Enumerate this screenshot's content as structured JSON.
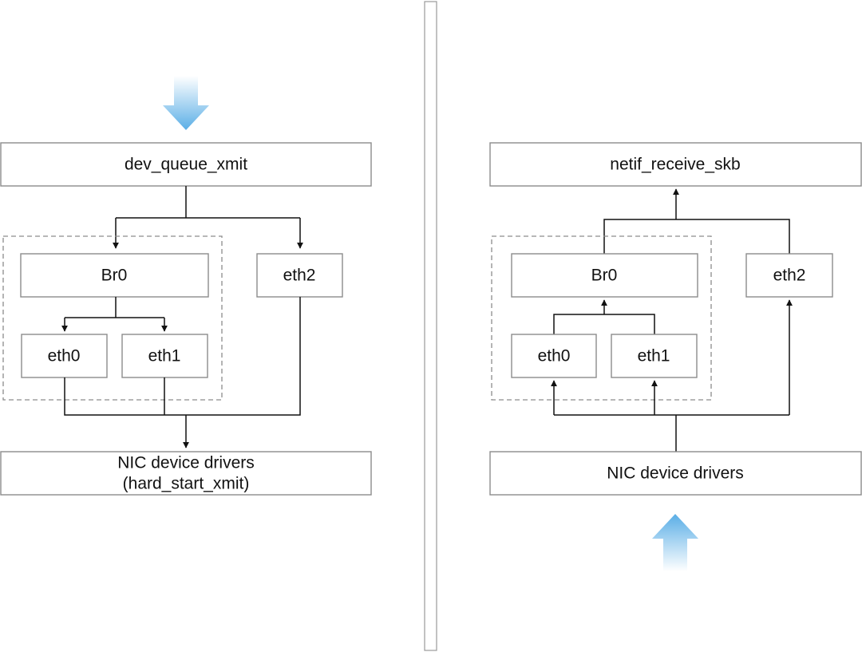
{
  "left_panel": {
    "top_box": "dev_queue_xmit",
    "bridge": "Br0",
    "eth0": "eth0",
    "eth1": "eth1",
    "eth2": "eth2",
    "bottom_line1": "NIC device drivers",
    "bottom_line2": "(hard_start_xmit)"
  },
  "right_panel": {
    "top_box": "netif_receive_skb",
    "bridge": "Br0",
    "eth0": "eth0",
    "eth1": "eth1",
    "eth2": "eth2",
    "bottom_box": "NIC device drivers"
  },
  "colors": {
    "flow_arrow": "#5aaee6",
    "box_border": "#8c8c8c",
    "line": "#111111"
  }
}
